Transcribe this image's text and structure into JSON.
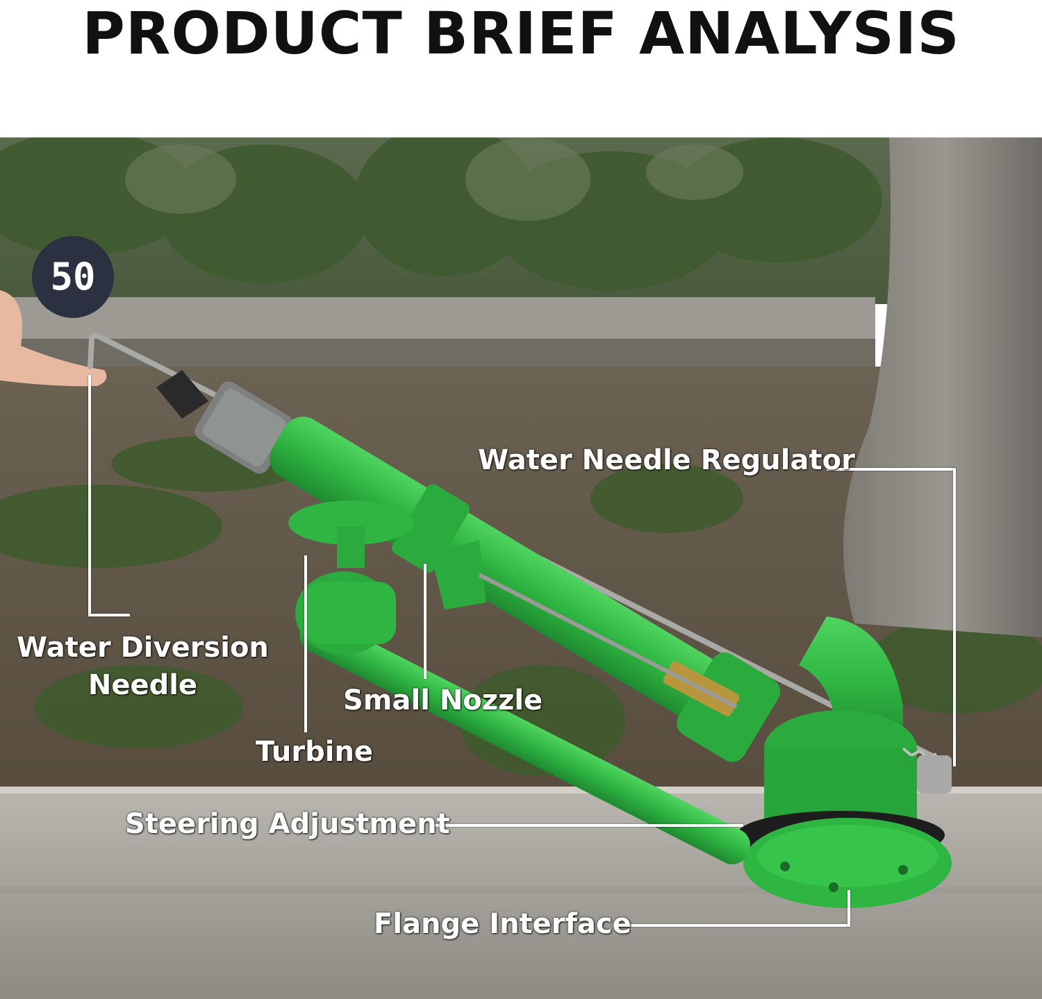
{
  "title": "PRODUCT BRIEF ANALYSIS",
  "badge": "50",
  "labels": {
    "water_needle_regulator": "Water Needle Regulator",
    "water_diversion_needle_line1": "Water Diversion",
    "water_diversion_needle_line2": "Needle",
    "small_nozzle": "Small Nozzle",
    "turbine": "Turbine",
    "steering_adjustment": "Steering Adjustment",
    "flange_interface": "Flange Interface"
  },
  "colors": {
    "product_green": "#2fb542",
    "title_text": "#111111",
    "callout_text": "#ffffff",
    "badge_bg": "#2b3140"
  }
}
